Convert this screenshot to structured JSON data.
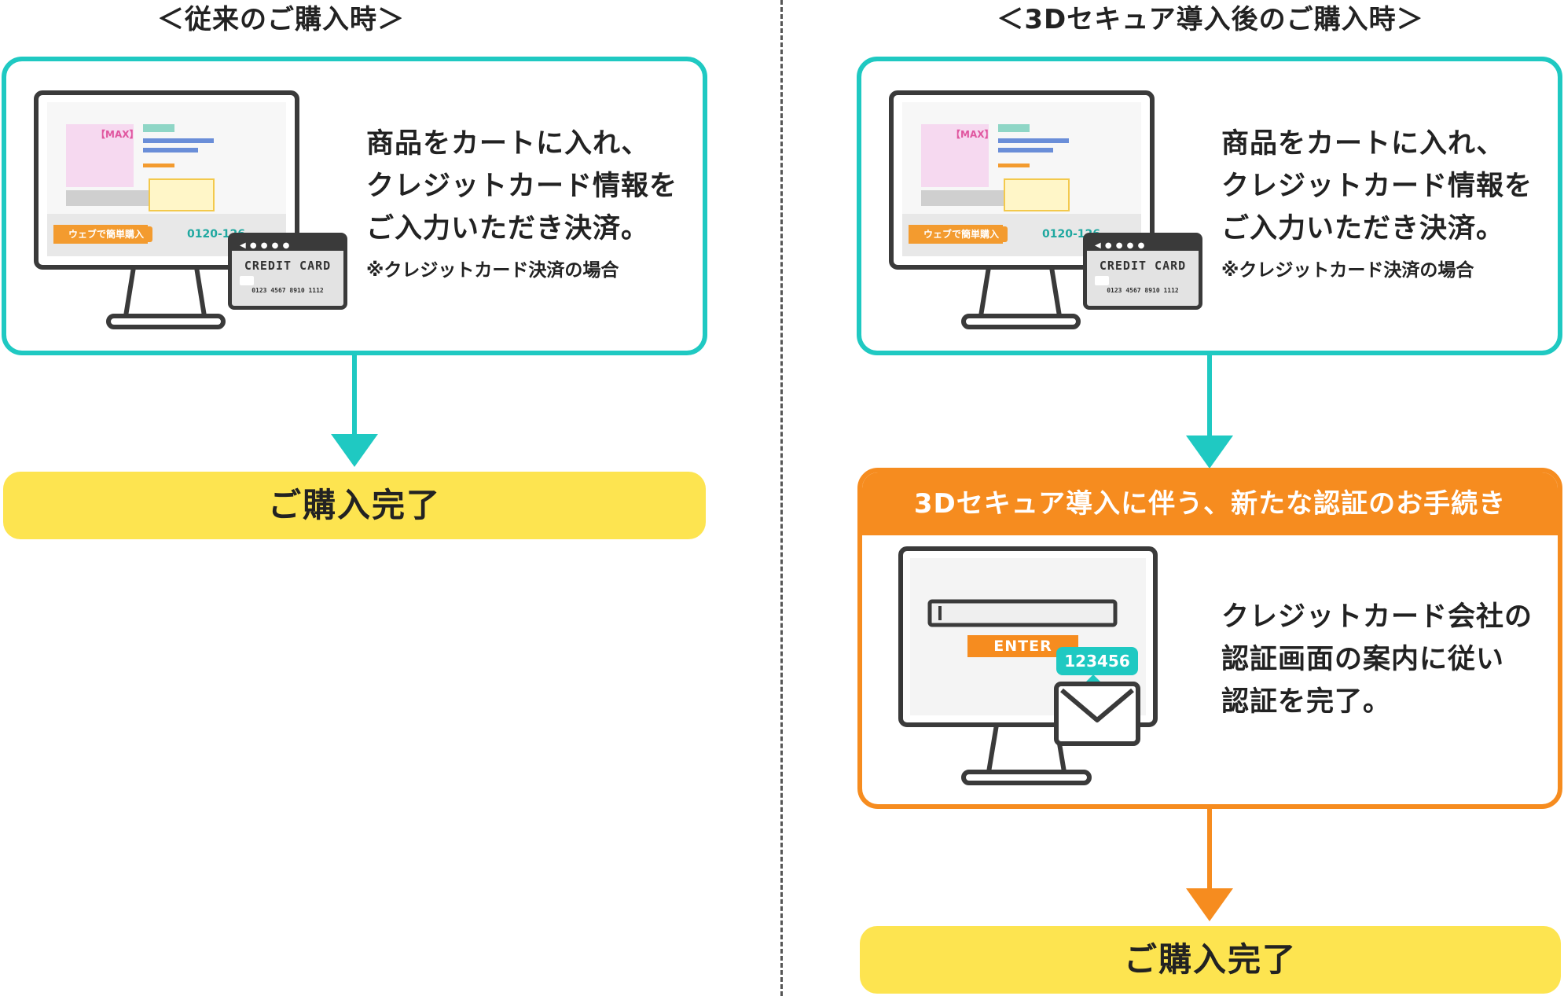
{
  "left_column": {
    "title": "＜従来のご購入時＞",
    "step_desc": [
      "商品をカートに入れ、",
      "クレジットカード情報を",
      "ご入力いただき決済。"
    ],
    "step_note": "※クレジットカード決済の場合",
    "result": "ご購入完了"
  },
  "right_column": {
    "title": "＜3Dセキュア導入後のご購入時＞",
    "step_desc": [
      "商品をカートに入れ、",
      "クレジットカード情報を",
      "ご入力いただき決済。"
    ],
    "step_note": "※クレジットカード決済の場合",
    "auth_header": "3Dセキュア導入に伴う、新たな認証のお手続き",
    "auth_desc": [
      "クレジットカード会社の",
      "認証画面の案内に従い",
      "認証を完了。"
    ],
    "result": "ご購入完了"
  },
  "illustration": {
    "card_title": "CREDIT CARD",
    "card_number": "0123 4567 8910 1112",
    "screen_product_label": "【MAX】",
    "screen_buy_label": "ウェブで簡単購入",
    "screen_phone": "0120-126",
    "enter_label": "ENTER",
    "auth_code": "123456"
  },
  "colors": {
    "teal": "#1fc9c2",
    "orange": "#f68c1f",
    "yellow": "#fde450",
    "dark": "#3a3a3a"
  },
  "icons": [
    "monitor-icon",
    "credit-card-icon",
    "envelope-icon",
    "arrow-down-icon"
  ]
}
